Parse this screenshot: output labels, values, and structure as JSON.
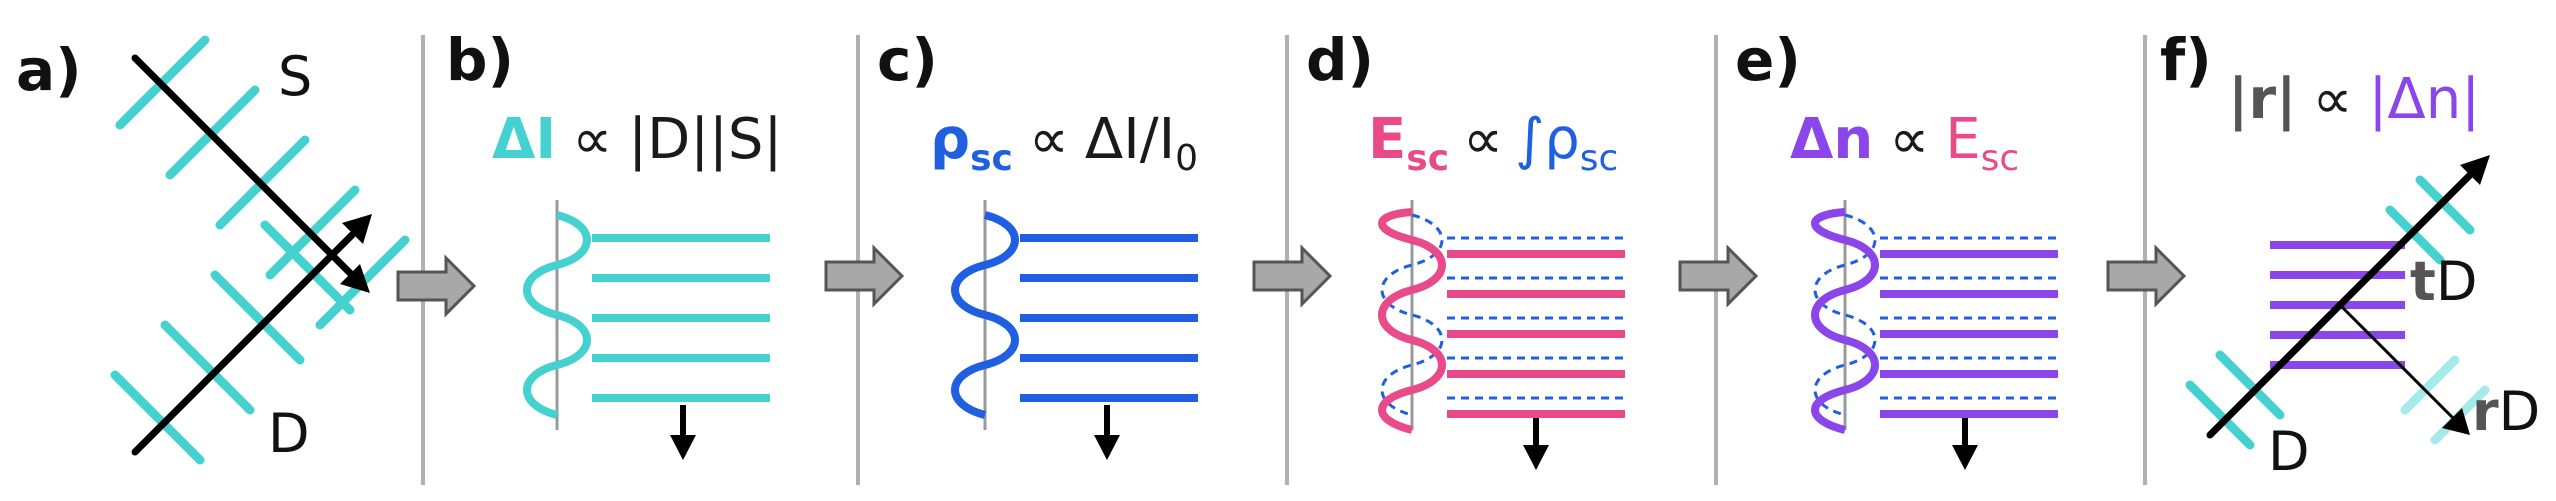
{
  "panels": {
    "a": {
      "label": "a)",
      "beam_s": "S",
      "beam_d": "D"
    },
    "b": {
      "label": "b)",
      "eq_lhs": "ΔI",
      "eq_rel": "∝",
      "eq_rhs": "|D||S|"
    },
    "c": {
      "label": "c)",
      "eq_lhs": "ρ",
      "eq_lhs_sub": "sc",
      "eq_rel": "∝",
      "eq_rhs": "ΔI/I",
      "eq_rhs_sub": "0"
    },
    "d": {
      "label": "d)",
      "eq_lhs": "E",
      "eq_lhs_sub": "sc",
      "eq_rel": "∝",
      "eq_rhs": "∫ρ",
      "eq_rhs_sub": "sc"
    },
    "e": {
      "label": "e)",
      "eq_lhs": "Δn",
      "eq_rel": "∝",
      "eq_rhs": "E",
      "eq_rhs_sub": "sc"
    },
    "f": {
      "label": "f)",
      "eq_lhs": "|r|",
      "eq_rel": "∝",
      "eq_rhs": "|Δn|",
      "beam_t": "t",
      "beam_t_suffix": "D",
      "beam_r": "r",
      "beam_r_suffix": "D",
      "beam_d": "D"
    }
  },
  "colors": {
    "cyan": "#46d1d1",
    "blue": "#1f5fe0",
    "pink": "#e94b8a",
    "purple": "#8a46e8",
    "gray": "#555555",
    "arrow_gray": "#a8a8a8"
  }
}
